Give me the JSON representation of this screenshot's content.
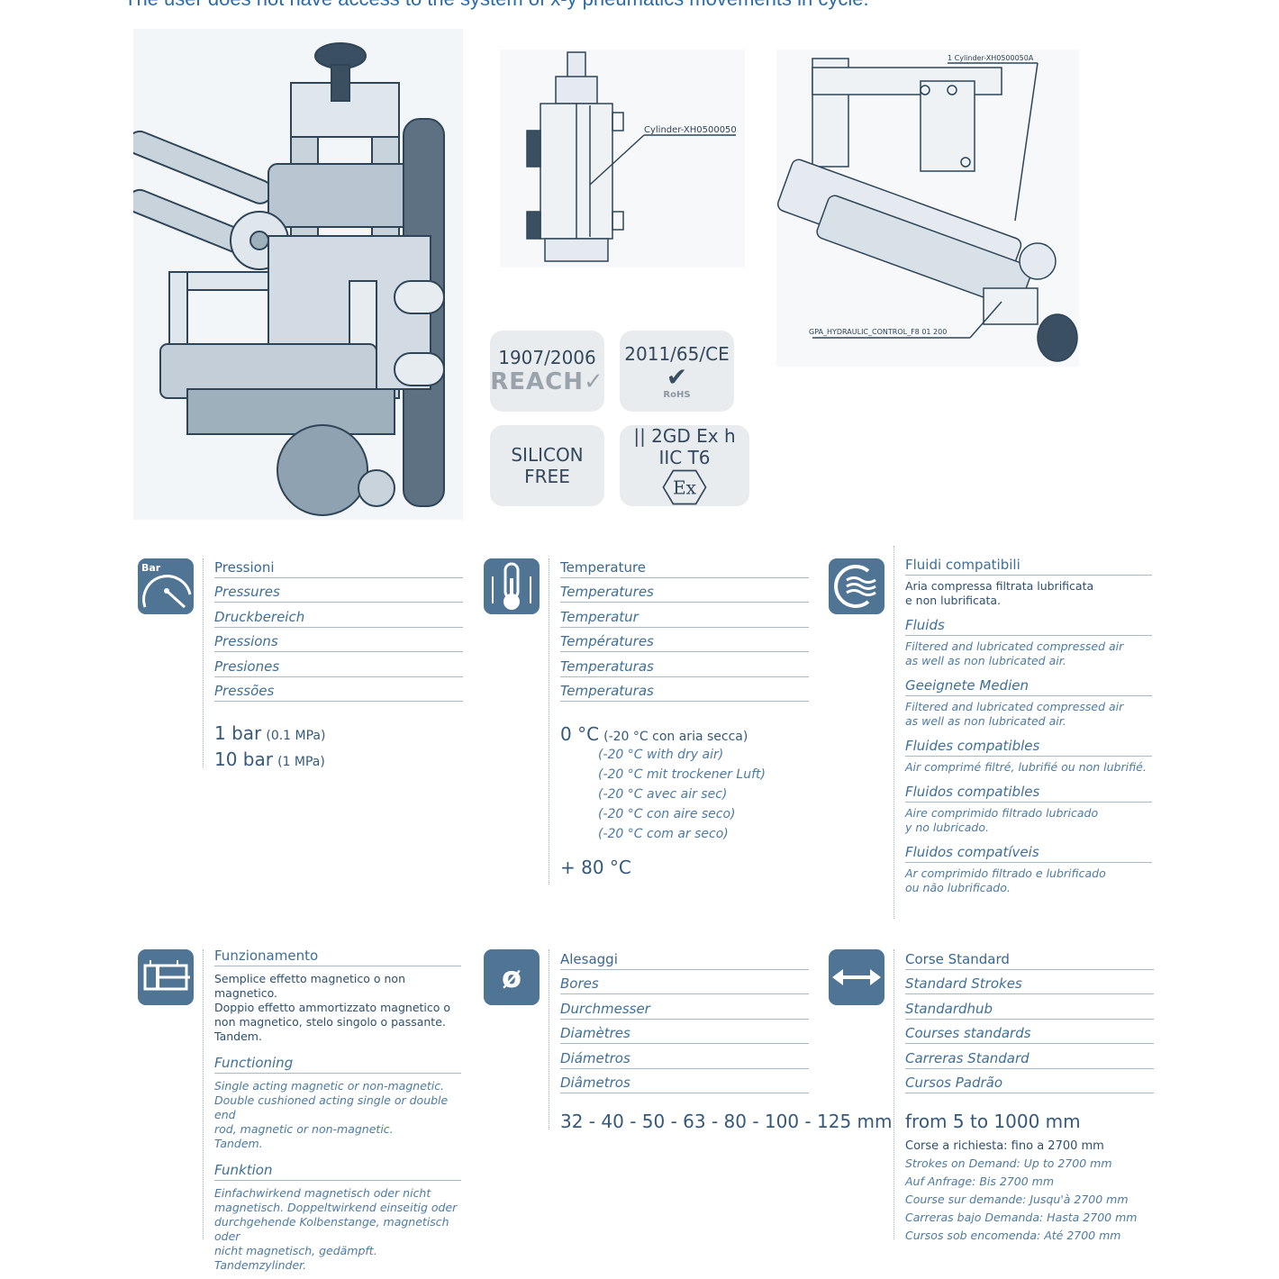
{
  "intro_text": "The user does not have access to the system of x-y pneumatics movements in cycle.",
  "drawings": {
    "cylinder_label": "Cylinder-XH0500050",
    "assembly_label_top": "1 Cylinder-XH0500050A",
    "assembly_label_bottom": "GPA_HYDRAULIC_CONTROL_F8 01 200"
  },
  "badges": [
    {
      "title": "1907/2006",
      "mark": "REACH✓"
    },
    {
      "title": "2011/65/CE",
      "mark": "RoHS"
    },
    {
      "title": "SILICON\nFREE",
      "mark": ""
    },
    {
      "title": "|| 2GD Ex h IIC T6",
      "mark": "Ex"
    }
  ],
  "pressures": {
    "icon_label": "Bar",
    "headings": [
      "Pressioni",
      "Pressures",
      "Druckbereich",
      "Pressions",
      "Presiones",
      "Pressões"
    ],
    "values": [
      {
        "main": "1 bar",
        "sub": "(0.1 MPa)"
      },
      {
        "main": "10 bar",
        "sub": "(1 MPa)"
      }
    ]
  },
  "temperatures": {
    "headings": [
      "Temperature",
      "Temperatures",
      "Temperatur",
      "Températures",
      "Temperaturas",
      "Temperaturas"
    ],
    "min_main": "0 °C",
    "min_note": "(-20 °C con aria secca)",
    "notes": [
      "(-20 °C with dry air)",
      "(-20 °C mit trockener Luft)",
      "(-20 °C avec air sec)",
      "(-20 °C con aire seco)",
      "(-20 °C com ar seco)"
    ],
    "max_main": "+ 80 °C"
  },
  "fluids": {
    "blocks": [
      {
        "heading": "Fluidi compatibili",
        "text": "Aria compressa filtrata lubrificata\ne non lubrificata."
      },
      {
        "heading": "Fluids",
        "text": "Filtered and lubricated compressed air\nas well as non lubricated air."
      },
      {
        "heading": "Geeignete Medien",
        "text": "Filtered and lubricated compressed air\nas well as non lubricated air."
      },
      {
        "heading": "Fluides compatibles",
        "text": "Air comprimé filtré, lubrifié ou non lubrifié."
      },
      {
        "heading": "Fluidos compatibles",
        "text": "Aire comprimido filtrado lubricado\ny no lubricado."
      },
      {
        "heading": "Fluidos compatíveis",
        "text": "Ar comprimido filtrado e lubrificado\nou não lubrificado."
      }
    ]
  },
  "functioning": {
    "blocks": [
      {
        "heading": "Funzionamento",
        "text": "Semplice effetto magnetico o non magnetico.\nDoppio effetto ammortizzato magnetico o\nnon magnetico, stelo singolo o passante.\nTandem."
      },
      {
        "heading": "Functioning",
        "text": "Single acting magnetic or non-magnetic.\nDouble cushioned acting single or double end\nrod, magnetic or non-magnetic.\nTandem."
      },
      {
        "heading": "Funktion",
        "text": "Einfachwirkend magnetisch oder nicht\nmagnetisch. Doppeltwirkend einseitig oder\ndurchgehende Kolbenstange, magnetisch oder\nnicht magnetisch, gedämpft.\nTandemzylinder."
      }
    ]
  },
  "bores": {
    "icon_label": "ø",
    "headings": [
      "Alesaggi",
      "Bores",
      "Durchmesser",
      "Diamètres",
      "Diámetros",
      "Diâmetros"
    ],
    "value": "32 - 40 - 50 - 63 - 80 - 100 - 125 mm"
  },
  "strokes": {
    "headings": [
      "Corse Standard",
      "Standard Strokes",
      "Standardhub",
      "Courses standards",
      "Carreras Standard",
      "Cursos Padrão"
    ],
    "value": "from 5 to 1000 mm",
    "demand_main": "Corse a richiesta: fino a 2700 mm",
    "demand_notes": [
      "Strokes on Demand: Up to 2700 mm",
      "Auf Anfrage: Bis 2700 mm",
      "Course sur demande: Jusqu'à 2700 mm",
      "Carreras bajo Demanda: Hasta 2700 mm",
      "Cursos sob encomenda: Até 2700 mm"
    ]
  }
}
